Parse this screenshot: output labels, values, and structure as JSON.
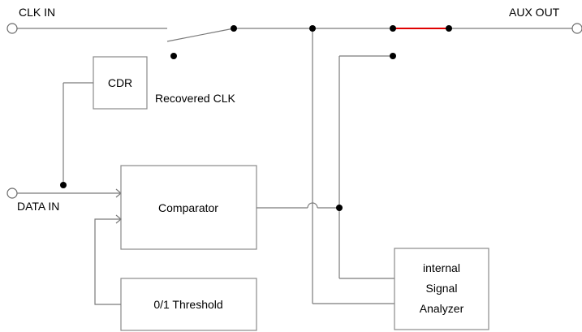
{
  "ports": {
    "clk_in": "CLK IN",
    "data_in": "DATA IN",
    "aux_out": "AUX OUT"
  },
  "blocks": {
    "cdr": "CDR",
    "comparator": "Comparator",
    "threshold": "0/1 Threshold",
    "analyzer_line1": "internal",
    "analyzer_line2": "Signal",
    "analyzer_line3": "Analyzer"
  },
  "annotations": {
    "recovered_clk": "Recovered CLK"
  },
  "colors": {
    "wire": "#7a7a7a",
    "active_path": "#e00000",
    "junction": "#000000"
  }
}
